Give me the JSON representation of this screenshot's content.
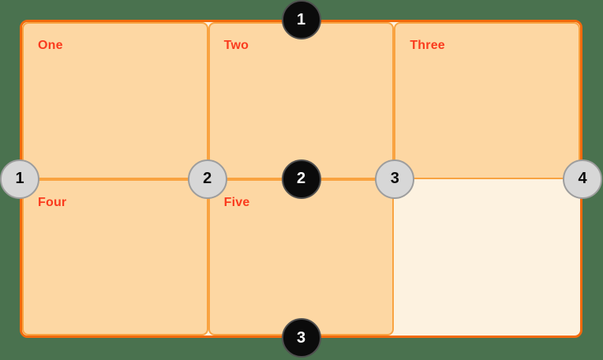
{
  "canvas": {
    "background_color": "#4A724F"
  },
  "grid": {
    "columns": 3,
    "rows": 2,
    "container": {
      "border_color": "#F26A0D",
      "background_color": "#FDF2E0"
    },
    "cell_style": {
      "background_color": "#FDD7A3",
      "border_color": "#F9A341",
      "label_color": "#FA3B1E"
    },
    "cells": [
      {
        "label": "One"
      },
      {
        "label": "Two"
      },
      {
        "label": "Three"
      },
      {
        "label": "Four"
      },
      {
        "label": "Five"
      },
      {
        "label": ""
      }
    ]
  },
  "markers": {
    "row_lines": {
      "shape": "black-circle",
      "fill_color": "#0B0B0B",
      "text_color": "#FFFFFF",
      "labels": [
        "1",
        "2",
        "3"
      ]
    },
    "column_lines": {
      "shape": "gray-circle",
      "fill_color": "#D7D7D7",
      "text_color": "#0B0B0B",
      "labels": [
        "1",
        "2",
        "3",
        "4"
      ]
    }
  }
}
